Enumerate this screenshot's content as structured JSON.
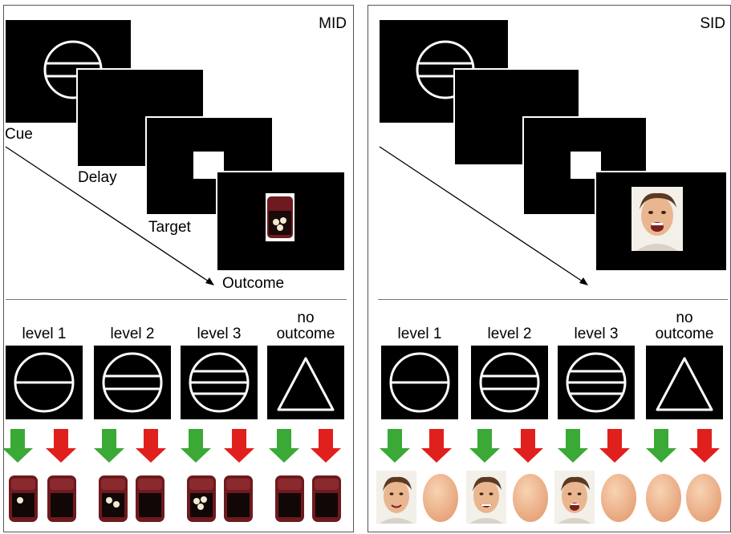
{
  "panels": {
    "mid": {
      "label": "MID",
      "timeline": [
        "Cue",
        "Delay",
        "Target",
        "Outcome"
      ],
      "levels": [
        "level 1",
        "level 2",
        "level 3"
      ],
      "no_outcome": [
        "no",
        "outcome"
      ]
    },
    "sid": {
      "label": "SID",
      "levels": [
        "level 1",
        "level 2",
        "level 3"
      ],
      "no_outcome": [
        "no",
        "outcome"
      ]
    }
  },
  "colors": {
    "green_arrow": "#3aa935",
    "red_arrow": "#e0201c",
    "wallet": "#6e1a1e",
    "coin": "#f2ead0",
    "egg": "#f1b98f"
  }
}
